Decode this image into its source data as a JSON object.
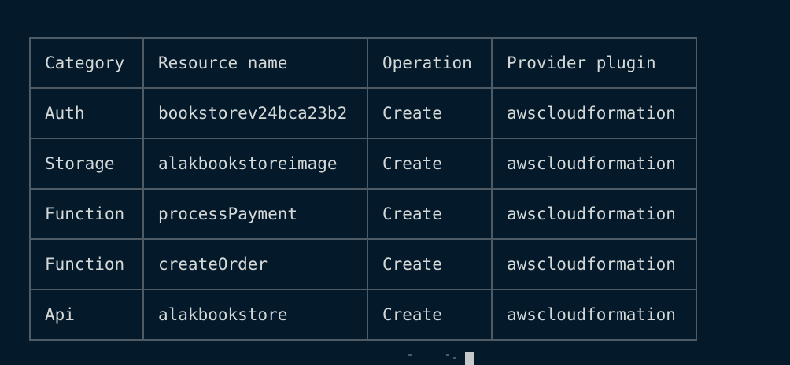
{
  "colors": {
    "background": "#04192a",
    "table_border": "#4f5b64",
    "text": "#d4d8d7",
    "cursor": "#c6c9ca"
  },
  "table": {
    "headers": [
      "Category",
      "Resource name",
      "Operation",
      "Provider plugin"
    ],
    "rows": [
      [
        "Auth",
        "bookstorev24bca23b2",
        "Create",
        "awscloudformation"
      ],
      [
        "Storage",
        "alakbookstoreimage",
        "Create",
        "awscloudformation"
      ],
      [
        "Function",
        "processPayment",
        "Create",
        "awscloudformation"
      ],
      [
        "Function",
        "createOrder",
        "Create",
        "awscloudformation"
      ],
      [
        "Api",
        "alakbookstore",
        "Create",
        "awscloudformation"
      ]
    ]
  },
  "prompt": {
    "cursor_icon": "block-cursor"
  }
}
